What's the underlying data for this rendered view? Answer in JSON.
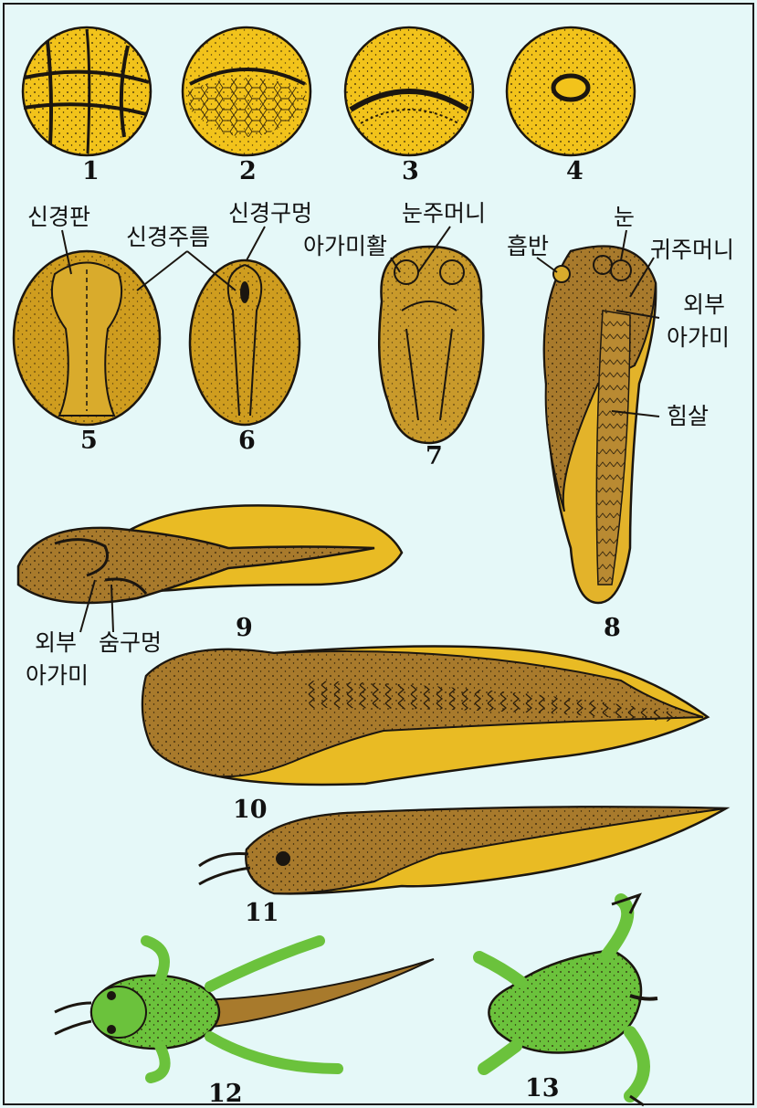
{
  "colors": {
    "background": "#e5f8f8",
    "border": "#1a1a1a",
    "egg_yellow": "#f2c31b",
    "embryo_ochre": "#cf9d1f",
    "tadpole_brown": "#a87a2c",
    "tail_fin_yellow": "#e9bb24",
    "frog_green": "#6bc23c",
    "outline": "#1b1610"
  },
  "figure_numbers": {
    "n1": "1",
    "n2": "2",
    "n3": "3",
    "n4": "4",
    "n5": "5",
    "n6": "6",
    "n7": "7",
    "n8": "8",
    "n9": "9",
    "n10": "10",
    "n11": "11",
    "n12": "12",
    "n13": "13"
  },
  "labels": {
    "neural_plate": "신경판",
    "neural_fold": "신경주름",
    "neural_pore": "신경구멍",
    "gill_arch": "아가미활",
    "eye_pouch": "눈주머니",
    "sucker": "흡반",
    "eye": "눈",
    "ear_pouch": "귀주머니",
    "external_gill_8_line1": "외부",
    "external_gill_8_line2": "아가미",
    "muscle": "힘살",
    "external_gill_9_line1": "외부",
    "external_gill_9_line2": "아가미",
    "breathing_hole": "숨구멍"
  }
}
